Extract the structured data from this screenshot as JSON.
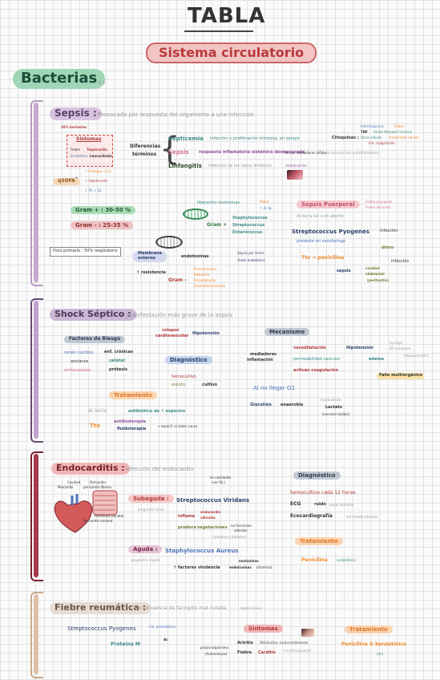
{
  "header": {
    "title": "TABLA",
    "subtitle": "Sistema circulatorio"
  },
  "topic": {
    "title": "Bacterias",
    "ref": "4.5"
  },
  "sepsis": {
    "title": "Sepsis :",
    "definition": "Provocado por respuesta del organismo a una infección",
    "tag_30": "30% bacterias",
    "sintomas": "Síntomas",
    "s1": "Fiebre",
    "s1b": "Taquicardia",
    "s2": "Escalofríos",
    "s2b": "Leucocitosis",
    "criteria_sign": "≥ 2",
    "crit1": "↑ Glasgow < 13",
    "crit2": "↑ Hipotensión",
    "crit3": "↑ FR > 22",
    "qsofa": "qSOFA",
    "dif_title": "Diferencias",
    "dif_title2": "términos",
    "septicemia": "Septicemia",
    "septicemia_d": "infección y proliferación microorg. en sangre",
    "sepsis_t": "Sepsis",
    "sepsis_d": "respuesta inflamatoria sistémica desmesurada",
    "sepsis_d2": "de con mediadores inflam.",
    "sepsis_d3": "(gran proceso lisis antiinflamatorio)",
    "linfangitis": "Linfangitis",
    "linfangitis_d": "infección de los vasos linfáticos",
    "linfangitis_d2": "diseminación",
    "citoquinas": "Citoquinas :",
    "cq1": "Interleuquinas",
    "cq1b": "Fiebre",
    "cq2": "TNF",
    "cq2b": "Factor Necrosis Tumoral",
    "cq3": "Otras células",
    "cq3b": "Inmunidad celular",
    "cq4": "Ind. coagulación",
    "gram_pos": "Gram + : 30-50 %",
    "gram_neg": "Gram - : 25-35 %",
    "exotox": "liberación exotoxinas",
    "exo_a": "fiebre",
    "exo_b": "↑ Ac Ig",
    "gram_pos2": "Gram +",
    "gp1": "Staphylococcus",
    "gp2": "Streptococcus",
    "gp3": "Enterococcus",
    "foco": "Foco primario : 50% respiratorio",
    "membrana": "Membrana",
    "membrana2": "externa",
    "endotox": "endotoxinas",
    "endo_a": "Sepsis por Gram -",
    "endo_b": "shock endotóxico",
    "resistencia": "↑ resistencia",
    "gram_neg2": "Gram -",
    "gn1": "Pseudomonas",
    "gn2": "Klebsiella",
    "gn3": "Acinetobacter",
    "gn4": "Enterobacteriaceae",
    "puerperal": "Sepsis Puerperal",
    "puerp_a": "Fiebre puerperal",
    "puerp_b": "Fiebre del parto",
    "puerp_d": "Al dar a luz o en aborto",
    "strep_pyo": "Streptococcus Pyogenes",
    "strep_pyo_d": "presente en nasofaringe",
    "tto_p": "Tto → penicilina",
    "infeccion1": "infección",
    "utero": "útero",
    "infeccion2": "infección",
    "sepsis_p": "sepsis",
    "cavidad": "cavidad",
    "cavidad2": "abdominal",
    "peritonitis": "(peritonitis)"
  },
  "shock": {
    "title": "Shock Séptico :",
    "definition": "manifestación más grave de la sepsis",
    "colapso": "colapso",
    "colapso2": "cardiovascular",
    "hipotension": "Hipotensión",
    "factores": "Factores de Riesgo",
    "fr1": "recién nacidos",
    "fr2": "ancianos",
    "fr3": "embarazadas",
    "fr4": "enf. crónicas",
    "fr5": "catéter",
    "fr6": "prótesis",
    "diagnostico": "Diagnóstico",
    "hemocultivo": "hemocultivo",
    "esputo": "esputo",
    "cultivo": "cultivo",
    "mecanismo": "Mecanismo",
    "mediadores": "mediadores",
    "mediadores2": "inflamación",
    "m1": "vasodilatación",
    "m1b": "Hipotensión",
    "m2": "permeabilidad vascular",
    "m2b": "edema",
    "m3": "activan coagulación",
    "no_llega": "no llega",
    "no_llega2": "O2 a órganos",
    "hipoperf": "(hipoperfusión)",
    "fallo": "Fallo multiorgánico",
    "tratamiento": "Tratamiento",
    "al_inicio": "Al inicio",
    "al_inicio_d": "antibiótico de ↑ espectro",
    "tto": "Tto",
    "antib": "antibioterapia",
    "fluido": "fluidoterapia",
    "tto_d": "→ específ. al saber causa",
    "no_o2": "Al no llegar O2",
    "glucolisis": "Glucolisis",
    "anaerobia": "anaerobia",
    "acumul": "Acumulación",
    "lactato": "Lactato",
    "lactato2": "(necrosis tejidos)"
  },
  "endo": {
    "title": "Endocarditis :",
    "definition": "infección del endocardio",
    "valvulas": "en cavidades",
    "valvulas2": "(ver lib.)",
    "heart_lbl1": "Cavidad",
    "heart_lbl2": "Pericardio",
    "heart_lbl3": "Miocardio",
    "heart_lbl4": "pericardio fibroso",
    "heart_lbl5": "Pericardio parietal",
    "heart_lbl6": "Pericardio visceral",
    "subaguda": "Subaguda :",
    "sub_prog": "progresión lenta",
    "strep_vir": "Streptococcus Viridans",
    "inflama": "inflama",
    "inflama2": "endocardio",
    "inflama3": "válvulas",
    "produce": "produce",
    "vegetaciones": "vegetaciones",
    "no_func": "no funcionan",
    "no_func2": "válvulas",
    "trombos": "(trombos y émbolos)",
    "aguda": "Aguda :",
    "aguda_prog": "progresión rápida",
    "staph": "Staphylococcus Aureus",
    "virul": "↑ factores virulencia",
    "exo": "exotoxinas",
    "endo_t": "endotoxinas",
    "diarrea": "(diarreas)",
    "diagnostico": "Diagnóstico",
    "hemo": "hemocultivo cada 12 horas",
    "ecg": "ECG",
    "ecg_d": "ruido",
    "ecg_d2": "(soplo anormal)",
    "eco": "Ecocardiografía",
    "eco_d": "ver estado válvulas",
    "tratamiento": "Tratamiento",
    "penicilina": "Penicilina",
    "penicilina_d": "(antibiótico)"
  },
  "fiebre": {
    "title": "Fiebre reumática :",
    "definition": "consecuencia de faringitis mal curada",
    "definition2": "(gente joven)",
    "strep_pyo": "Streptococcus Pyogenes",
    "cel": "Cel. plasmáticas",
    "ac": "Ac",
    "proteina": "Proteína M",
    "propio": "propio organismo",
    "autoinmune": "(Autoinmune)",
    "sintomas": "Síntomas",
    "artritis": "Artritis",
    "nodulos": "Nódulos subcutáneos",
    "nodulos2": "en articulaciones",
    "fiebre": "Fiebre",
    "carditis": "Carditis",
    "tratamiento": "Tratamiento",
    "penicilina": "Penicilina G benzatínica",
    "im": "(im)"
  }
}
